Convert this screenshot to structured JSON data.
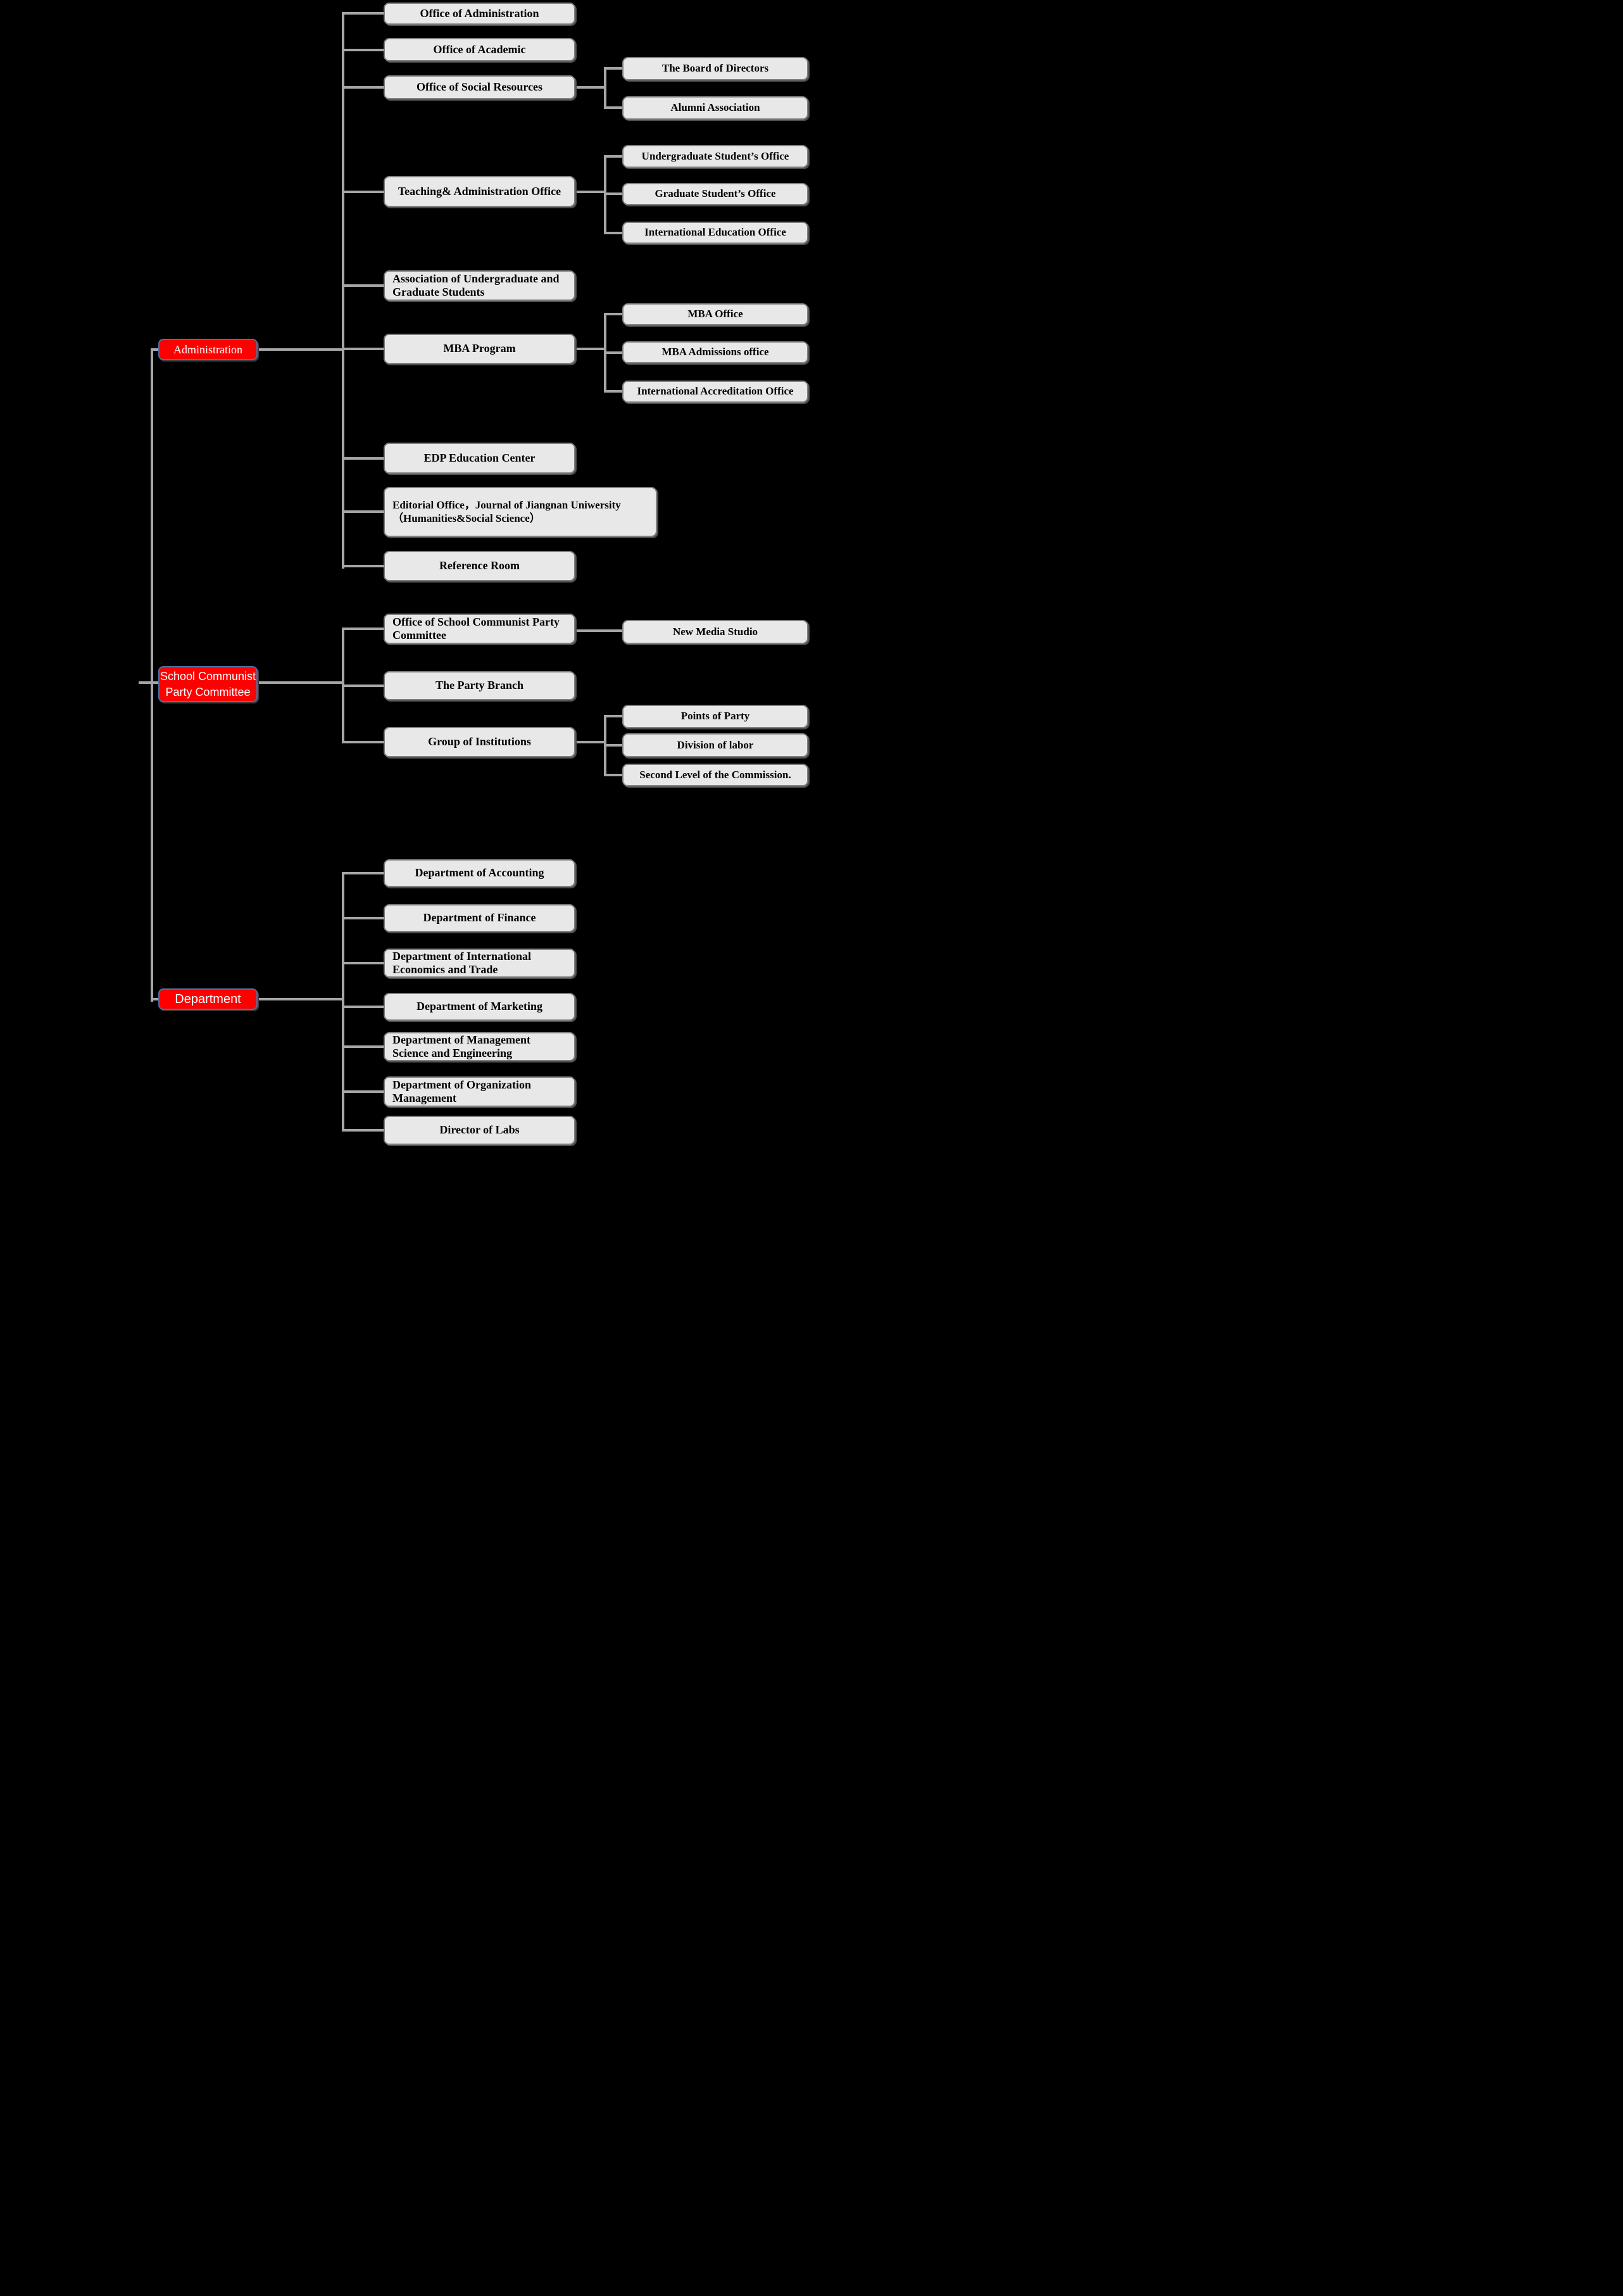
{
  "colors": {
    "background": "#000000",
    "branch_fill": "#ff0000",
    "branch_border": "#4a72a8",
    "node_fill": "#e8e8e8",
    "node_border": "#7f7f7f",
    "line": "#a6a6a6",
    "node_text": "#000000",
    "branch_text": "#ffffff"
  },
  "branches": [
    {
      "label": "Administration",
      "children": [
        {
          "label": "Office of Administration"
        },
        {
          "label": "Office of Academic"
        },
        {
          "label": "Office of Social Resources",
          "children": [
            {
              "label": "The Board of Directors"
            },
            {
              "label": "Alumni Association"
            }
          ]
        },
        {
          "label": "Teaching& Administration Office",
          "children": [
            {
              "label": "Undergraduate Student’s Office"
            },
            {
              "label": "Graduate Student’s Office"
            },
            {
              "label": "International Education Office"
            }
          ]
        },
        {
          "label": [
            "Association of Undergraduate and",
            "Graduate Students"
          ]
        },
        {
          "label": "MBA Program",
          "children": [
            {
              "label": "MBA Office"
            },
            {
              "label": "MBA Admissions office"
            },
            {
              "label": "International Accreditation Office"
            }
          ]
        },
        {
          "label": "EDP Education Center"
        },
        {
          "label": [
            "Editorial Office，Journal of Jiangnan Uniwersity",
            "（Humanities&Social Science）"
          ]
        },
        {
          "label": "Reference Room"
        }
      ]
    },
    {
      "label": [
        "School Communist",
        "Party Committee"
      ],
      "children": [
        {
          "label": [
            "Office of School Communist Party",
            "Committee"
          ],
          "children": [
            {
              "label": "New Media Studio"
            }
          ]
        },
        {
          "label": "The Party Branch"
        },
        {
          "label": "Group of Institutions",
          "children": [
            {
              "label": "Points of Party"
            },
            {
              "label": "Division of labor"
            },
            {
              "label": "Second Level of the Commission."
            }
          ]
        }
      ]
    },
    {
      "label": "Department",
      "children": [
        {
          "label": "Department of Accounting"
        },
        {
          "label": "Department of Finance"
        },
        {
          "label": [
            "Department of International",
            "Economics and Trade"
          ]
        },
        {
          "label": "Department of Marketing"
        },
        {
          "label": [
            "Department of Management",
            "Science and Engineering"
          ]
        },
        {
          "label": [
            "Department of Organization",
            "Management"
          ]
        },
        {
          "label": "Director of Labs"
        }
      ]
    }
  ]
}
